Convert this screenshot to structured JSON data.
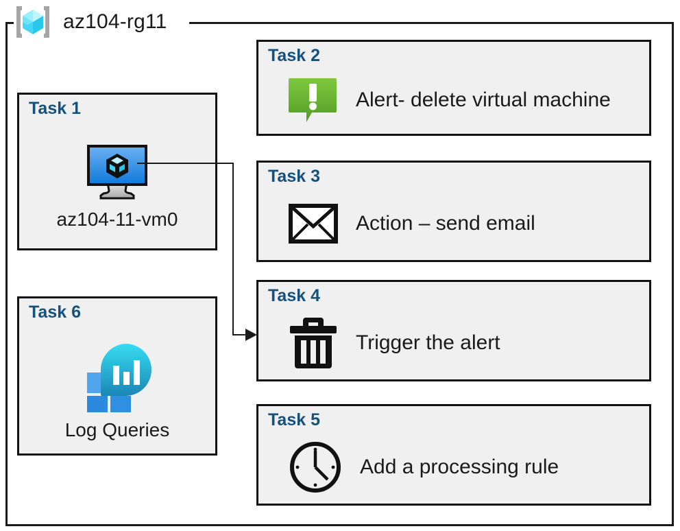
{
  "diagram": {
    "type": "azure-resource-group-diagram",
    "container": {
      "icon": "azure-resource-group-icon",
      "title": "az104-rg11"
    },
    "colors": {
      "task_label": "#14517c",
      "box_fill": "#f0f0f0",
      "box_border": "#111111",
      "alert_green_light": "#7ac143",
      "alert_green_dark": "#5a9e2c",
      "vm_blue_light": "#5ea8ef",
      "vm_blue_dark": "#1179d7",
      "monitor_cyan": "#32d3ea",
      "monitor_teal": "#1b87b5",
      "tile_blue_light": "#50a5ec",
      "tile_blue_dark": "#2b8ade",
      "rg_icon_cyan": "#7fe8ff",
      "rg_icon_bracket": "#a6a6a6"
    },
    "tasks": [
      {
        "id": "task-1",
        "label": "Task 1",
        "icon": "virtual-machine-icon",
        "caption": "az104-11-vm0",
        "column": "left"
      },
      {
        "id": "task-2",
        "label": "Task 2",
        "icon": "alert-callout-icon",
        "caption": "Alert- delete virtual machine",
        "column": "right"
      },
      {
        "id": "task-3",
        "label": "Task 3",
        "icon": "envelope-icon",
        "caption": "Action – send email",
        "column": "right"
      },
      {
        "id": "task-4",
        "label": "Task 4",
        "icon": "trash-icon",
        "caption": "Trigger the alert",
        "column": "right"
      },
      {
        "id": "task-5",
        "label": "Task 5",
        "icon": "clock-icon",
        "caption": "Add a processing rule",
        "column": "right"
      },
      {
        "id": "task-6",
        "label": "Task 6",
        "icon": "log-analytics-icon",
        "caption": "Log Queries",
        "column": "left"
      }
    ],
    "connector": {
      "from": "task-1",
      "to": "task-4",
      "arrow": "arrowhead-right-icon"
    }
  }
}
